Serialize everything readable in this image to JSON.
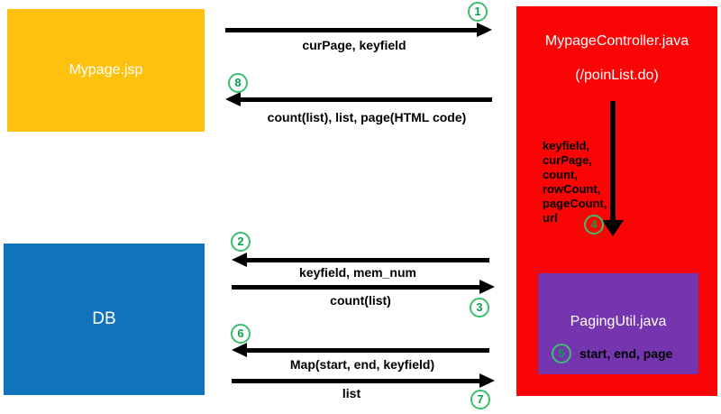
{
  "palette": {
    "background": "#ffffff",
    "yellow_box": "#FEC10D",
    "blue_box": "#1273BD",
    "red_box": "#F90505",
    "purple_box": "#7435AE",
    "arrow_black": "#000000",
    "step_circle_border": "#3CBE6E",
    "step_circle_text": "#0E9F50",
    "light_text": "#ffffff",
    "dark_text": "#000000"
  },
  "nodes": {
    "mypage": {
      "label": "Mypage.jsp"
    },
    "db": {
      "label": "DB"
    },
    "controller": {
      "title": "MypageController.java",
      "subtitle": "(/poinList.do)",
      "params": [
        "keyfield,",
        "curPage,",
        "count,",
        "rowCount,",
        "pageCount,",
        "url"
      ]
    },
    "paging": {
      "title": "PagingUtil.java",
      "output_label": "start, end, page"
    }
  },
  "messages": {
    "m1": {
      "step": "1",
      "label": "curPage, keyfield"
    },
    "m2": {
      "step": "2",
      "label": "keyfield, mem_num"
    },
    "m3": {
      "step": "3",
      "label": "count(list)"
    },
    "m4": {
      "step": "4"
    },
    "m5": {
      "step": "5"
    },
    "m6": {
      "step": "6",
      "label": "Map(start, end, keyfield)"
    },
    "m7": {
      "step": "7",
      "label": "list"
    },
    "m8": {
      "step": "8",
      "label": "count(list), list, page(HTML code)"
    }
  }
}
